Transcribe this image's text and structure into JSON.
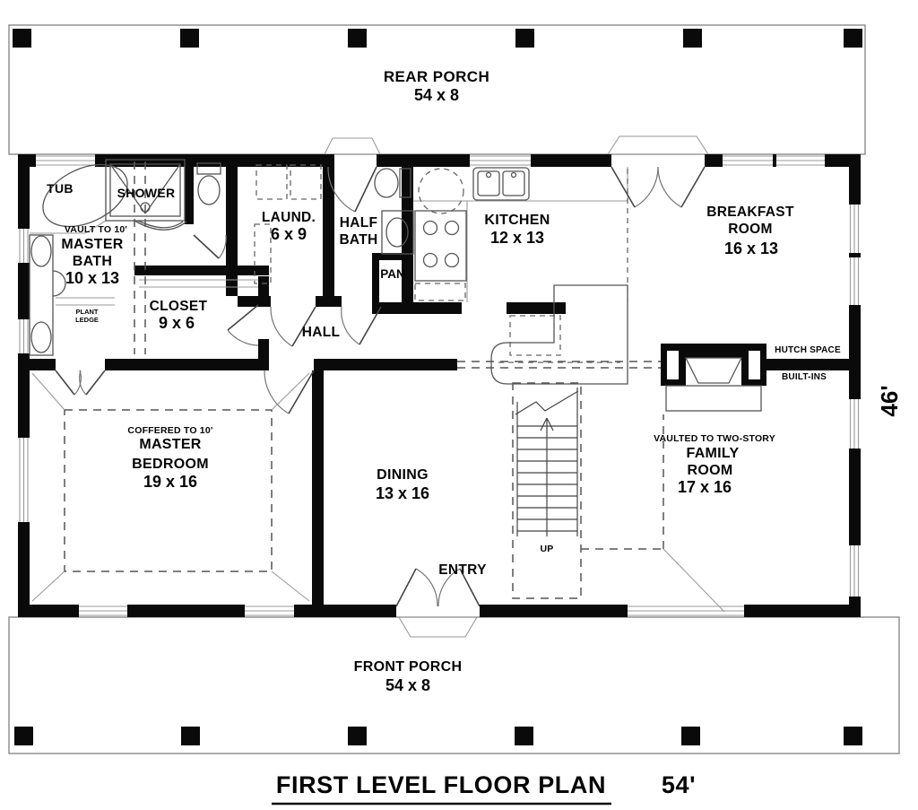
{
  "plan": {
    "title": "FIRST LEVEL FLOOR PLAN",
    "width_dim": "54'",
    "height_dim": "46'"
  },
  "porches": {
    "rear": {
      "name": "REAR PORCH",
      "size": "54 x 8"
    },
    "front": {
      "name": "FRONT PORCH",
      "size": "54 x 8"
    }
  },
  "rooms": {
    "master_bath": {
      "note": "VAULT TO 10'",
      "name1": "MASTER",
      "name2": "BATH",
      "size": "10 x 13"
    },
    "closet": {
      "name": "CLOSET",
      "size": "9 x 6"
    },
    "laundry": {
      "name": "LAUND.",
      "size": "6 x 9"
    },
    "half_bath": {
      "name1": "HALF",
      "name2": "BATH"
    },
    "pantry": {
      "name": "PAN"
    },
    "kitchen": {
      "name": "KITCHEN",
      "size": "12 x 13"
    },
    "breakfast": {
      "name1": "BREAKFAST",
      "name2": "ROOM",
      "size": "16 x 13"
    },
    "hall": {
      "name": "HALL"
    },
    "master_bedroom": {
      "note": "COFFERED TO 10'",
      "name1": "MASTER",
      "name2": "BEDROOM",
      "size": "19 x 16"
    },
    "dining": {
      "name": "DINING",
      "size": "13 x 16"
    },
    "entry": {
      "name": "ENTRY"
    },
    "family": {
      "note": "VAULTED TO TWO-STORY",
      "name1": "FAMILY",
      "name2": "ROOM",
      "size": "17 x 16"
    }
  },
  "features": {
    "tub": "TUB",
    "shower": "SHOWER",
    "plant_ledge_line1": "PLANT",
    "plant_ledge_line2": "LEDGE",
    "hutch_space": "HUTCH SPACE",
    "built_ins": "BUILT-INS",
    "stairs_up": "UP"
  },
  "colors": {
    "wall": "#0a0a0a",
    "thin_line": "#8a8a8a",
    "text": "#050505"
  }
}
